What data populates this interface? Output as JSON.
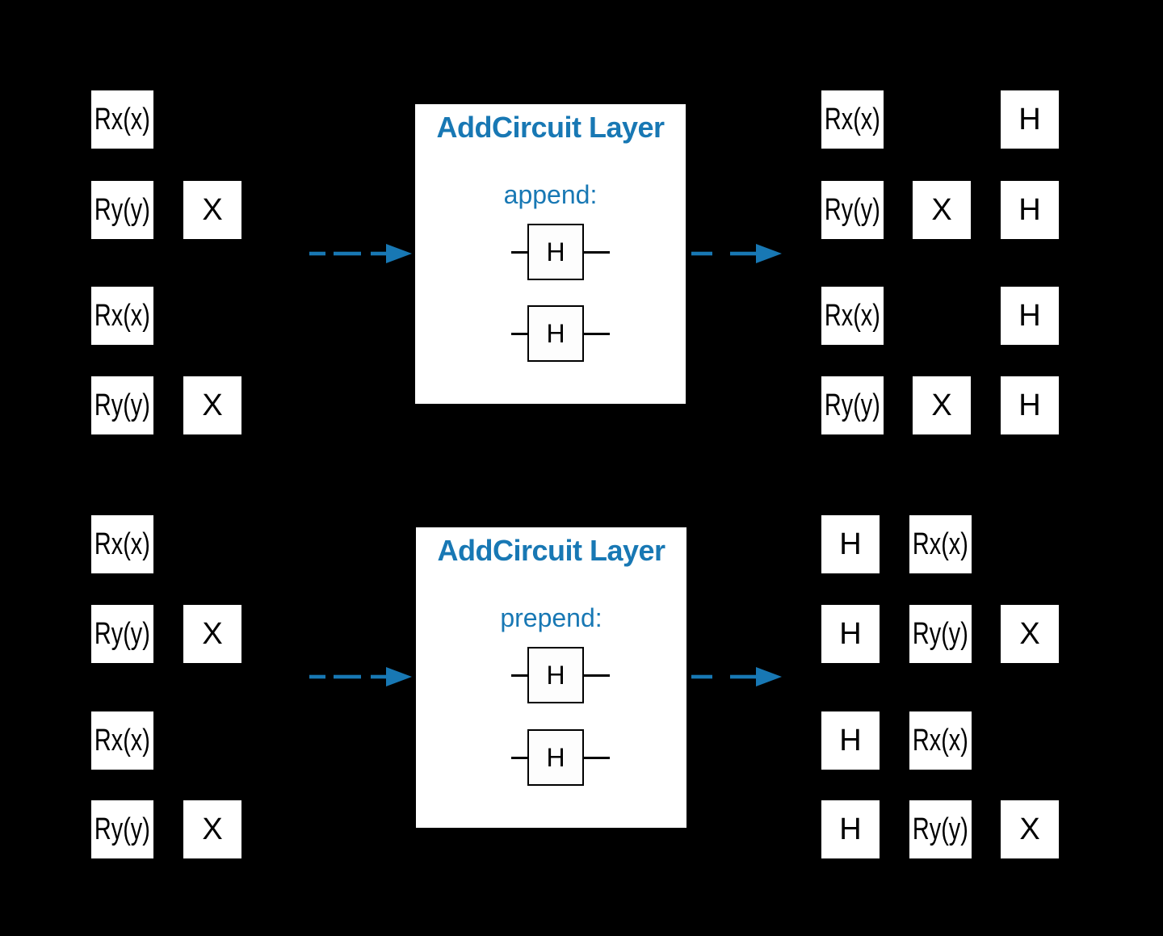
{
  "colors": {
    "background": "#000000",
    "accent": "#1878b4",
    "gate_fill": "#ffffff",
    "gate_text": "#000000",
    "panel_fill": "#ffffff"
  },
  "panels": [
    {
      "title": "AddCircuit Layer",
      "mode": "append:",
      "gates": [
        "H",
        "H"
      ]
    },
    {
      "title": "AddCircuit Layer",
      "mode": "prepend:",
      "gates": [
        "H",
        "H"
      ]
    }
  ],
  "circuits": [
    {
      "name": "input-circuit-top",
      "gates": [
        "Rx(x)",
        "Ry(y)",
        "X",
        "Rx(x)",
        "Ry(y)",
        "X"
      ]
    },
    {
      "name": "output-circuit-top",
      "gates": [
        "Rx(x)",
        "H",
        "Ry(y)",
        "X",
        "H",
        "Rx(x)",
        "H",
        "Ry(y)",
        "X",
        "H"
      ]
    },
    {
      "name": "input-circuit-bottom",
      "gates": [
        "Rx(x)",
        "Ry(y)",
        "X",
        "Rx(x)",
        "Ry(y)",
        "X"
      ]
    },
    {
      "name": "output-circuit-bottom",
      "gates": [
        "H",
        "Rx(x)",
        "H",
        "Ry(y)",
        "X",
        "H",
        "Rx(x)",
        "H",
        "Ry(y)",
        "X"
      ]
    }
  ]
}
